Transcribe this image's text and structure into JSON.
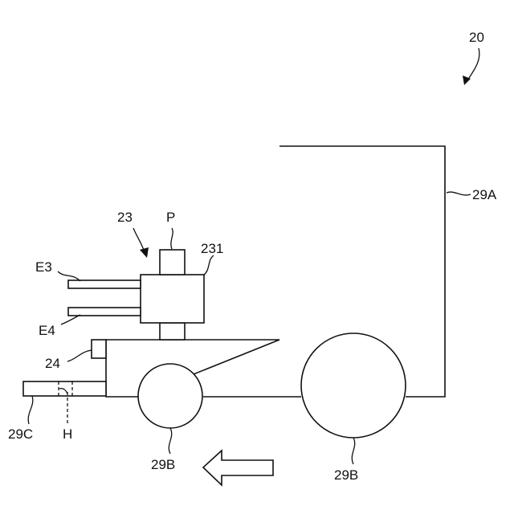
{
  "diagram": {
    "labels": {
      "figure_ref": "20",
      "body": "29A",
      "wheel_front": "29B",
      "wheel_rear": "29B",
      "fork": "29C",
      "hole": "H",
      "sensor": "24",
      "unit": "23",
      "unit_body": "231",
      "port": "P",
      "electrode_upper": "E3",
      "electrode_lower": "E4"
    },
    "direction_arrow": "left-pointing-hollow-arrow",
    "colors": {
      "line": "#111111",
      "background": "#ffffff"
    }
  }
}
